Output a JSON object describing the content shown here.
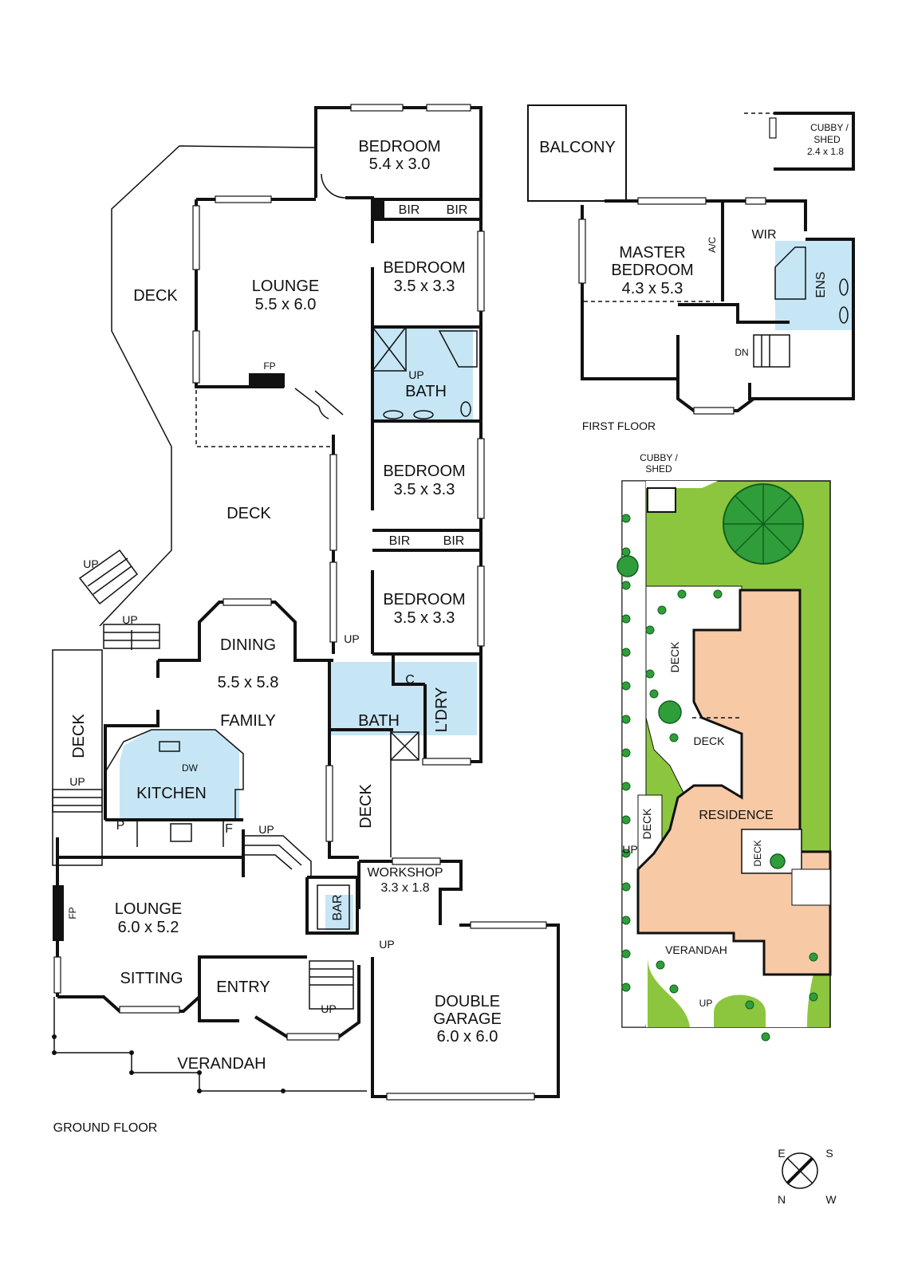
{
  "ground": {
    "bedroom1": {
      "name": "BEDROOM",
      "size": "5.4 x 3.0"
    },
    "lounge_upper": {
      "name": "LOUNGE",
      "size": "5.5 x 6.0"
    },
    "bedroom2": {
      "name": "BEDROOM",
      "size": "3.5 x 3.3"
    },
    "bedroom3": {
      "name": "BEDROOM",
      "size": "3.5 x 3.3"
    },
    "bedroom4": {
      "name": "BEDROOM",
      "size": "3.5 x 3.3"
    },
    "bir": "BIR",
    "deck": "DECK",
    "fp": "FP",
    "up": "UP",
    "bath": "BATH",
    "dining": "DINING",
    "dining_size": "5.5 x 5.8",
    "family": "FAMILY",
    "kitchen": "KITCHEN",
    "dw": "DW",
    "pantry": "P",
    "fridge": "F",
    "c": "C",
    "laundry": "L'DRY",
    "lounge_lower": {
      "name": "LOUNGE",
      "size": "6.0 x 5.2"
    },
    "sitting": "SITTING",
    "entry": "ENTRY",
    "verandah": "VERANDAH",
    "bar": "BAR",
    "workshop": {
      "name": "WORKSHOP",
      "size": "3.3 x 1.8"
    },
    "garage": {
      "line1": "DOUBLE",
      "line2": "GARAGE",
      "size": "6.0 x 6.0"
    },
    "floor_label": "GROUND FLOOR"
  },
  "first": {
    "balcony": "BALCONY",
    "cubby": {
      "line1": "CUBBY /",
      "line2": "SHED",
      "size": "2.4 x 1.8"
    },
    "master": {
      "line1": "MASTER",
      "line2": "BEDROOM",
      "size": "4.3 x 5.3"
    },
    "ac": "A/C",
    "wir": "WIR",
    "ens": "ENS",
    "dn": "DN",
    "floor_label": "FIRST FLOOR"
  },
  "site": {
    "cubby_line1": "CUBBY /",
    "cubby_line2": "SHED",
    "deck": "DECK",
    "residence": "RESIDENCE",
    "verandah": "VERANDAH",
    "up": "UP"
  },
  "compass": {
    "e": "E",
    "s": "S",
    "n": "N",
    "w": "W"
  },
  "colors": {
    "wet_area": "#c6e6f5",
    "lawn": "#8cc63f",
    "tree": "#2f9e3a",
    "residence": "#f7c9a5"
  }
}
